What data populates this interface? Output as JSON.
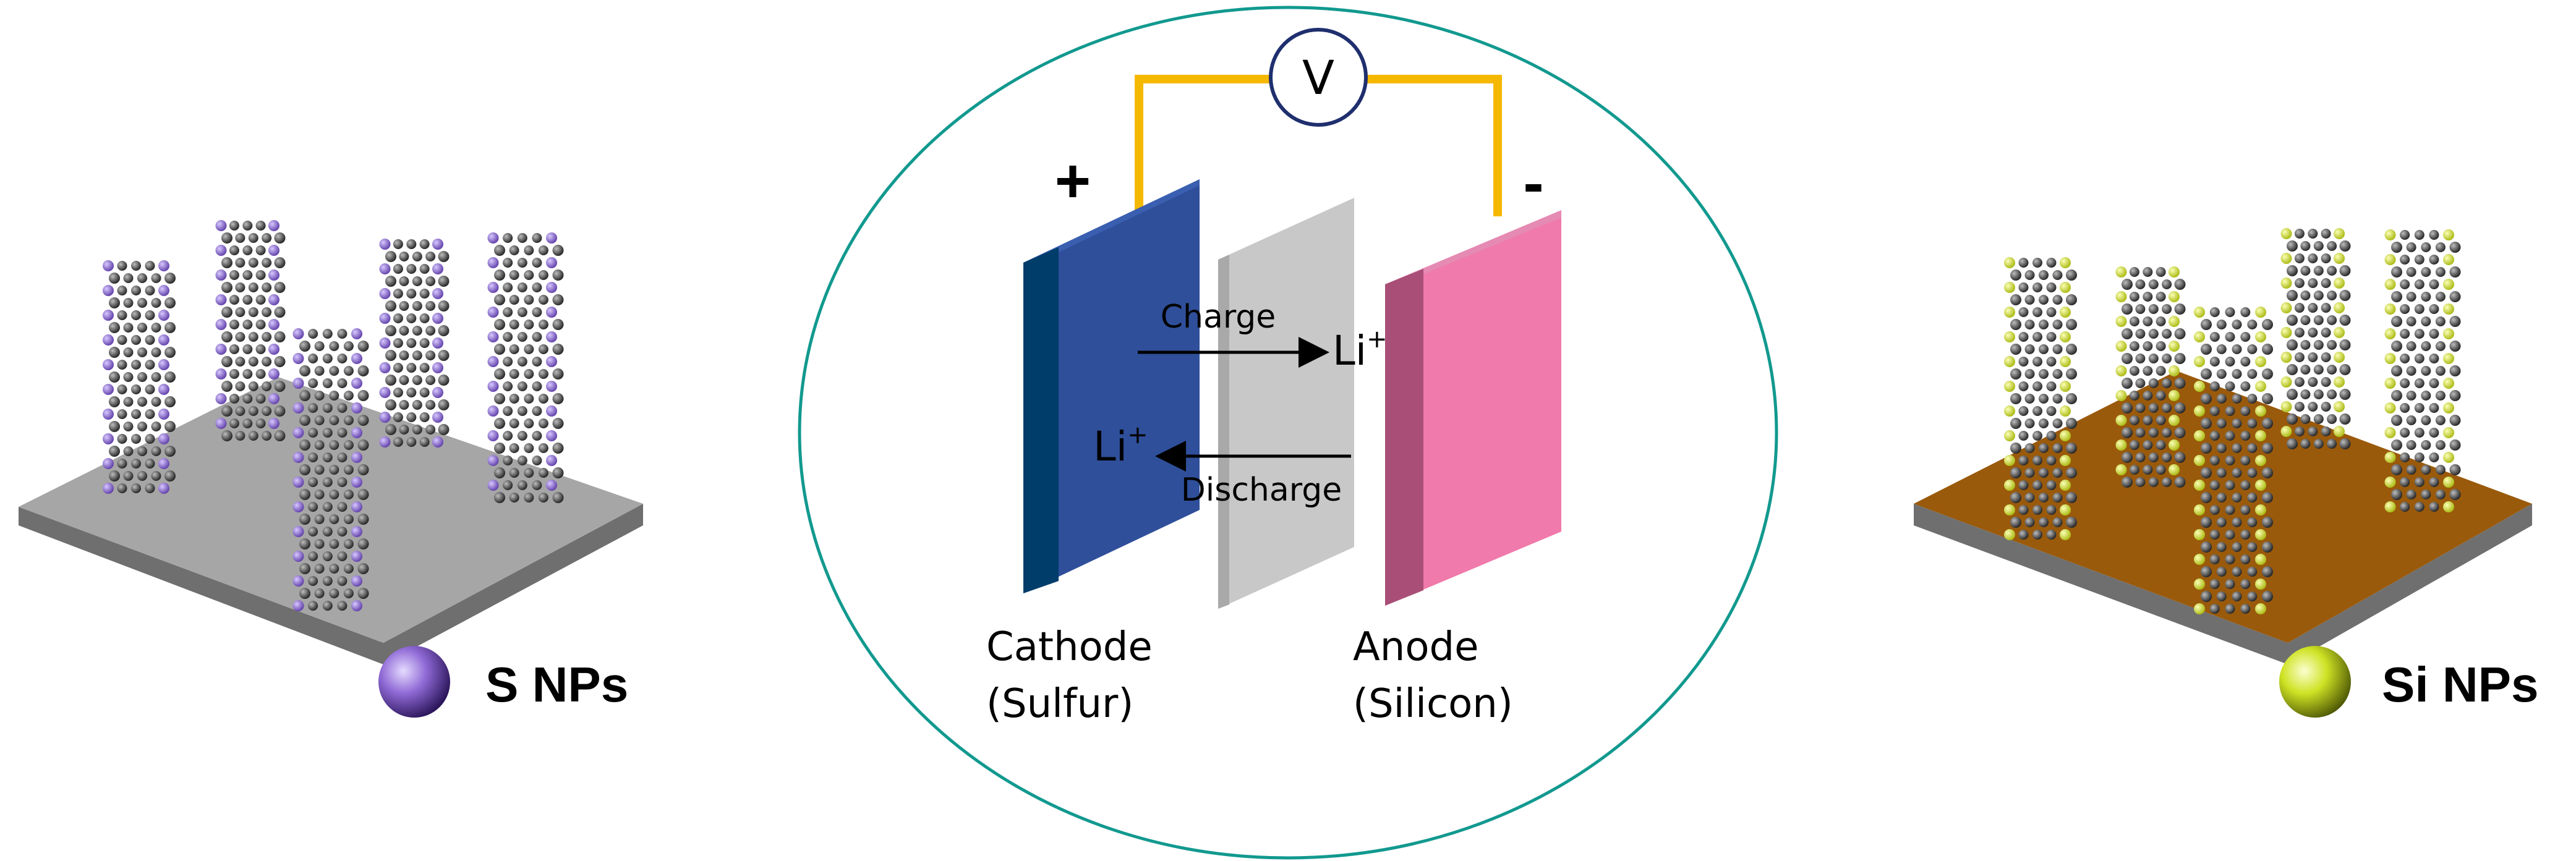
{
  "circuit": {
    "voltmeter_symbol": "V",
    "positive_terminal": "+",
    "negative_terminal": "-",
    "wire_color": "#f5b800"
  },
  "cell": {
    "ring_color": "#12998f",
    "cathode": {
      "line1": "Cathode",
      "line2": "(Sulfur)",
      "color": "#2f4f9a"
    },
    "separator": {
      "color": "#c8c8c8"
    },
    "anode": {
      "line1": "Anode",
      "line2": "(Silicon)",
      "color": "#f07aab"
    },
    "charge": {
      "label": "Charge",
      "ion": "Li",
      "charge_sign": "+"
    },
    "discharge": {
      "label": "Discharge",
      "ion": "Li",
      "charge_sign": "+"
    }
  },
  "left_panel": {
    "legend_label": "S NPs",
    "particle_color": "#9a78d8",
    "substrate_color": "#a6a6a6"
  },
  "right_panel": {
    "legend_label": "Si NPs",
    "particle_color": "#dcf03c",
    "substrate_color": "#9a5a0b"
  }
}
